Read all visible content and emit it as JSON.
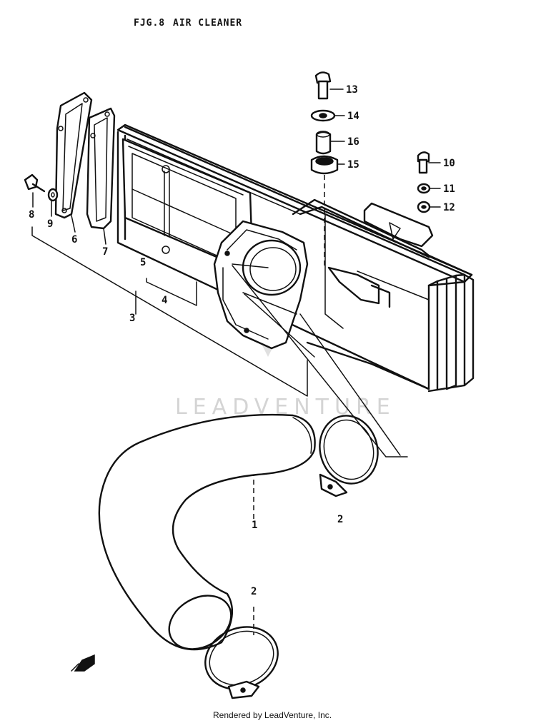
{
  "title": {
    "figure": "FJG.8",
    "name": "AIR CLEANER"
  },
  "callouts": [
    {
      "id": "13",
      "label": "13"
    },
    {
      "id": "14",
      "label": "14"
    },
    {
      "id": "16",
      "label": "16"
    },
    {
      "id": "15",
      "label": "15"
    },
    {
      "id": "10",
      "label": "10"
    },
    {
      "id": "11",
      "label": "11"
    },
    {
      "id": "12",
      "label": "12"
    },
    {
      "id": "8",
      "label": "8"
    },
    {
      "id": "9",
      "label": "9"
    },
    {
      "id": "6",
      "label": "6"
    },
    {
      "id": "7",
      "label": "7"
    },
    {
      "id": "5",
      "label": "5"
    },
    {
      "id": "4",
      "label": "4"
    },
    {
      "id": "3",
      "label": "3"
    },
    {
      "id": "2a",
      "label": "2"
    },
    {
      "id": "2b",
      "label": "2"
    },
    {
      "id": "1",
      "label": "1"
    }
  ],
  "watermark": "LEADVENTURE",
  "footer": "Rendered by LeadVenture, Inc."
}
